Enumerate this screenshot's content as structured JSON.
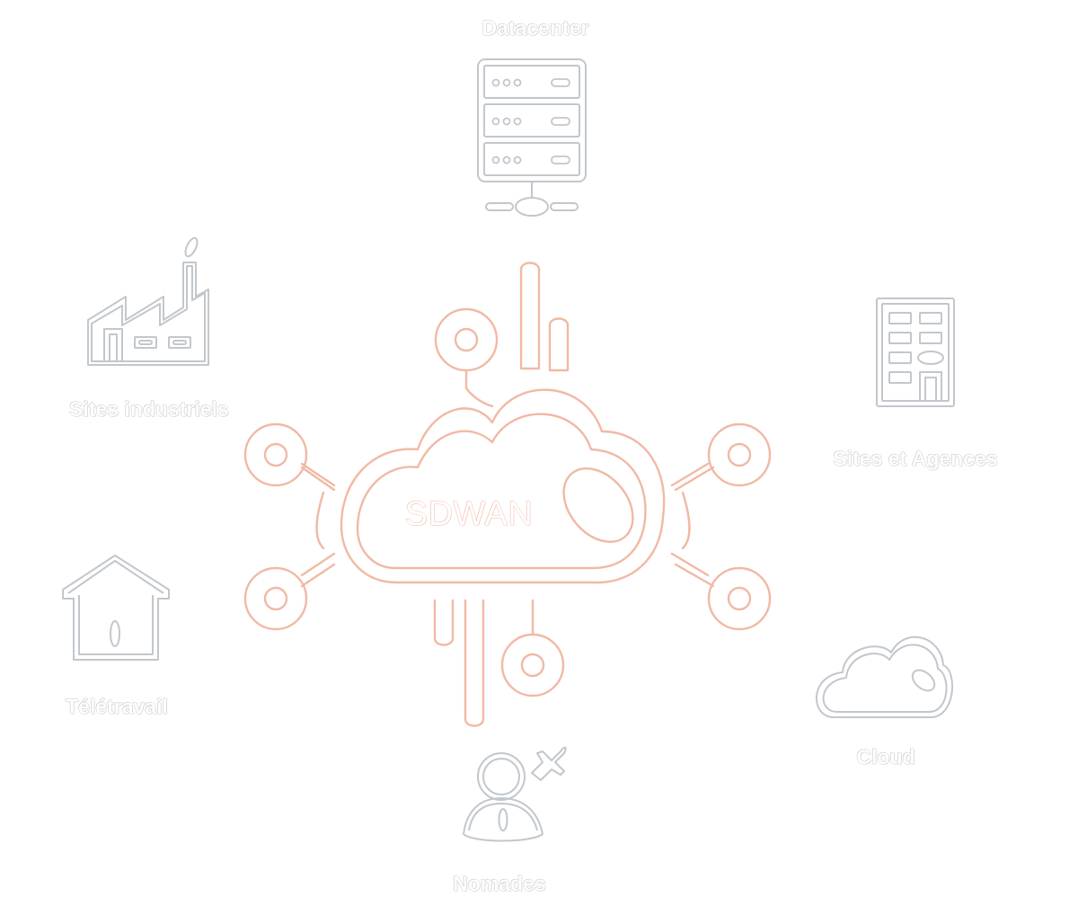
{
  "hub": {
    "label": "SDWAN",
    "accent": "#f1b9a5"
  },
  "nodes": {
    "datacenter": {
      "label": "Datacenter",
      "icon": "server-rack-icon"
    },
    "industriels": {
      "label": "Sites industriels",
      "icon": "factory-icon"
    },
    "agences": {
      "label": "Sites et Agences",
      "icon": "office-building-icon"
    },
    "teletravail": {
      "label": "Télétravail",
      "icon": "house-icon"
    },
    "cloud": {
      "label": "Cloud",
      "icon": "cloud-icon"
    },
    "nomades": {
      "label": "Nomades",
      "icon": "traveler-icon"
    }
  },
  "colors": {
    "icon_stroke": "#c2c7cd",
    "label_outline": "#b9bec4",
    "hub_stroke": "#f1b9a5"
  }
}
